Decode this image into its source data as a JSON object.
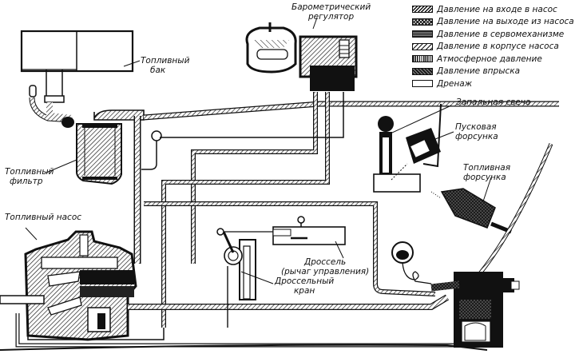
{
  "title": "Схема топливной системы",
  "labels": {
    "fuel_tank": [
      "Топливный",
      "бак"
    ],
    "fuel_filter": [
      "Топливный",
      "фильтр"
    ],
    "fuel_pump": "Топливный насос",
    "barometric_regulator": [
      "Барометрический",
      "регулятор"
    ],
    "ignition_plug": "Запальная свеча",
    "starting_injector": [
      "Пусковая",
      "форсунка"
    ],
    "fuel_injector": [
      "Топливная",
      "форсунка"
    ],
    "throttle_lever": [
      "Дроссель",
      "(рычаг управления)"
    ],
    "throttle_valve": [
      "Дроссельный",
      "кран"
    ]
  },
  "legend": [
    {
      "pattern": "inlet",
      "label": "Давление на входе в насос"
    },
    {
      "pattern": "outlet",
      "label": "Давление на выходе из насоса"
    },
    {
      "pattern": "servo",
      "label": "Давление в сервомеханизме"
    },
    {
      "pattern": "body",
      "label": "Давление в корпусе насоса"
    },
    {
      "pattern": "atm",
      "label": "Атмосферное давление"
    },
    {
      "pattern": "inj",
      "label": "Давление впрыска"
    },
    {
      "pattern": "drain",
      "label": "Дренаж"
    }
  ]
}
